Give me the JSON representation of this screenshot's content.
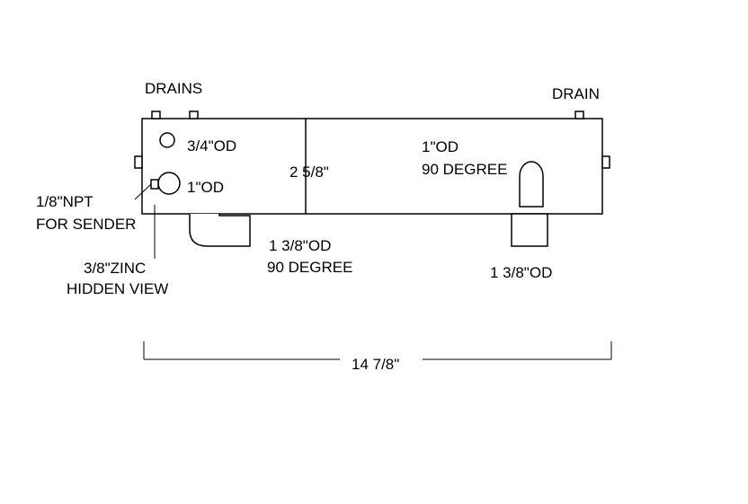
{
  "labels": {
    "drains": "DRAINS",
    "drain": "DRAIN",
    "port_three_quarter": "3/4\"OD",
    "port_one_inch": "1\"OD",
    "width_dim": "2 5/8\"",
    "right_port_line1": "1\"OD",
    "right_port_line2": "90 DEGREE",
    "npt_line1": "1/8\"NPT",
    "npt_line2": "FOR SENDER",
    "zinc_line1": "3/8\"ZINC",
    "zinc_line2": "HIDDEN VIEW",
    "elbow_line1": "1 3/8\"OD",
    "elbow_line2": "90 DEGREE",
    "straight_port": "1 3/8\"OD",
    "length_dim": "14 7/8\""
  }
}
